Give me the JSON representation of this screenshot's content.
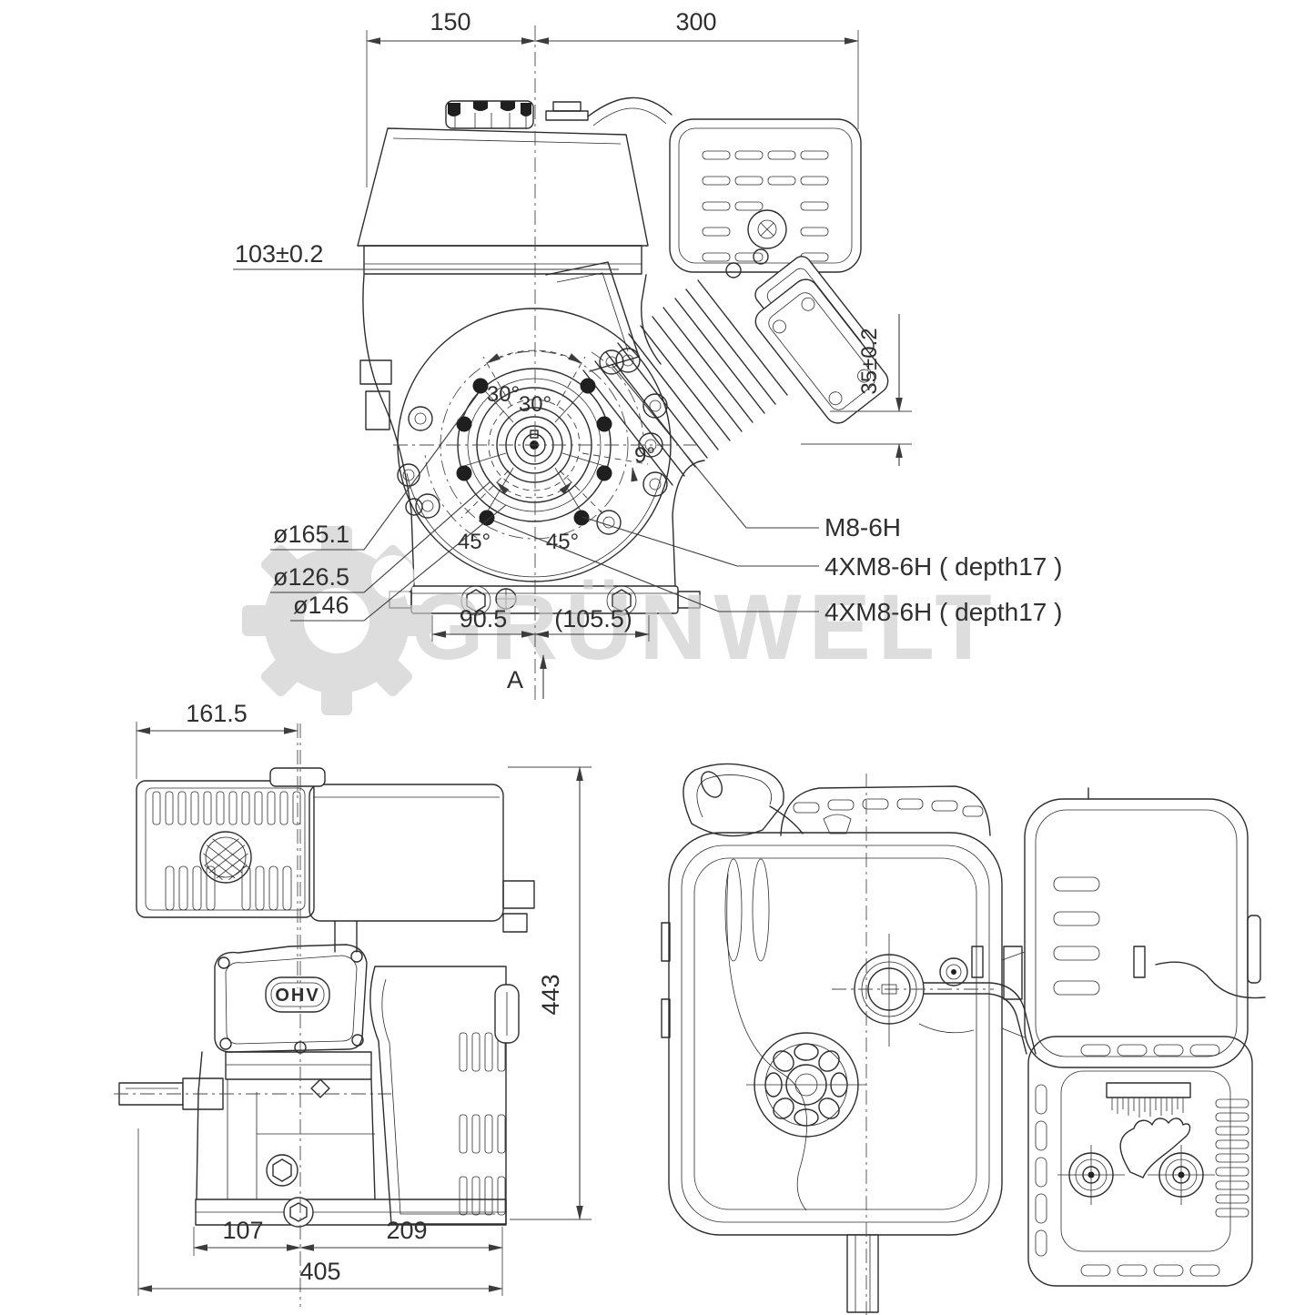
{
  "watermark": {
    "text": "GRÜNWELT"
  },
  "front_view": {
    "dims": {
      "width_left": "150",
      "width_right": "300",
      "offset_top": "103±0.2",
      "offset_side": "35±0.2",
      "foot_left": "90.5",
      "foot_right": "(105.5)"
    },
    "diameters": {
      "flange": "ø165.1",
      "pilot": "ø126.5",
      "bolt_circle": "ø146"
    },
    "angles": {
      "top_left": "30°",
      "top_right": "30°",
      "side": "9°",
      "bottom_left": "45°",
      "bottom_right": "45°"
    },
    "threads": {
      "single": "M8-6H",
      "group_top": "4XM8-6H ( depth17 )",
      "group_bottom": "4XM8-6H ( depth17 )"
    },
    "section_arrow": "A"
  },
  "side_view": {
    "dims": {
      "top_width": "161.5",
      "height": "443",
      "base_left": "107",
      "base_right": "209",
      "base_total": "405"
    },
    "badge": "OHV"
  }
}
